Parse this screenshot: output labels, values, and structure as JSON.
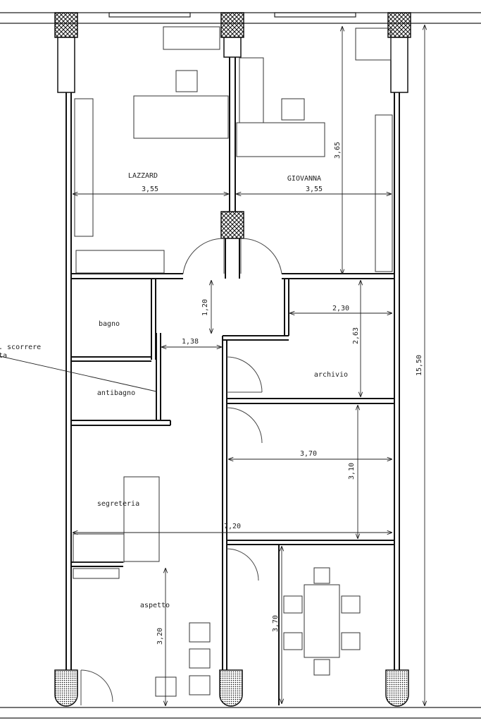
{
  "rooms": {
    "lazzard": "LAZZARD",
    "giovanna": "GIOVANNA",
    "bagno": "bagno",
    "antibagno": "antibagno",
    "archivio": "archivio",
    "segreteria": "segreteria",
    "aspetto": "aspetto"
  },
  "annotation": {
    "line1": ". scorrere",
    "line2": "ta"
  },
  "dimensions": {
    "lazzard_width": "3,55",
    "giovanna_width": "3,55",
    "giovanna_depth": "3,65",
    "hall_depth": "1,20",
    "corridor_width": "1,38",
    "archivio_width": "2,30",
    "archivio_depth": "2,63",
    "room_width": "3,70",
    "room_depth": "3,10",
    "segreteria_width": "7,20",
    "dining_depth": "3,70",
    "aspetto_depth": "3,20",
    "total_length": "15,50"
  }
}
